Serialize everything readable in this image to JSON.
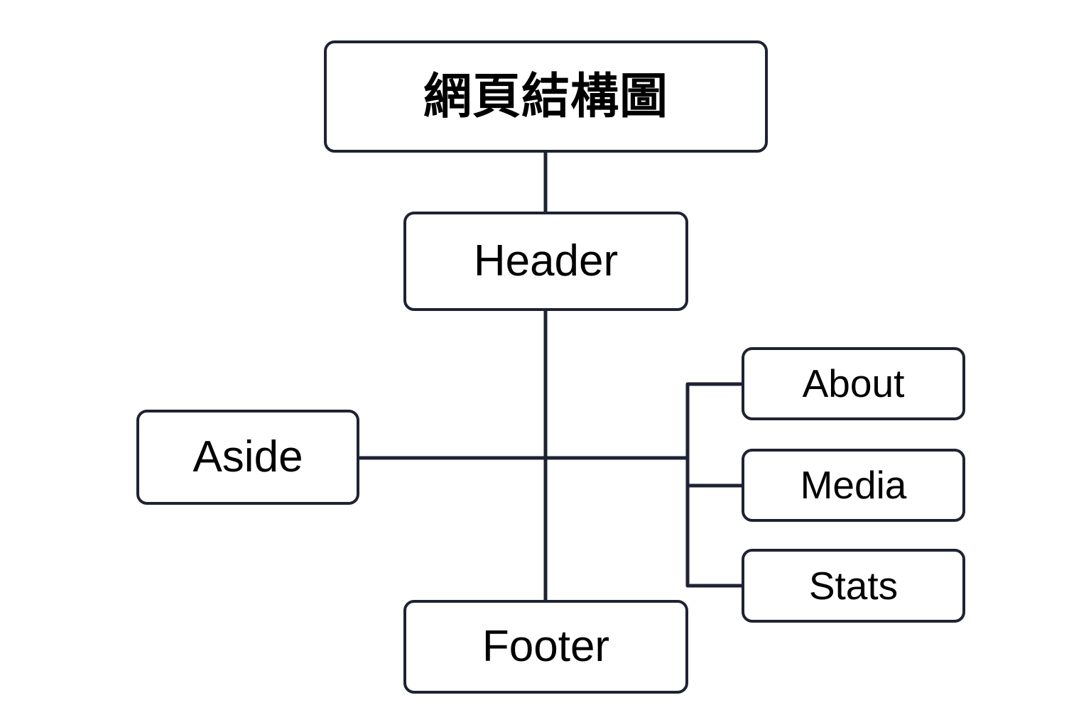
{
  "diagram": {
    "type": "flowchart",
    "title": "網頁結構圖",
    "background_color": "#ffffff",
    "node_border_color": "#1e2233",
    "node_fill_color": "#ffffff",
    "node_text_color": "#000000",
    "edge_color": "#1e2233",
    "nodes": [
      {
        "id": "title",
        "label": "網頁結構圖",
        "shape": "rounded-rect"
      },
      {
        "id": "header",
        "label": "Header",
        "shape": "rounded-rect"
      },
      {
        "id": "aside",
        "label": "Aside",
        "shape": "rounded-rect"
      },
      {
        "id": "footer",
        "label": "Footer",
        "shape": "rounded-rect"
      },
      {
        "id": "about",
        "label": "About",
        "shape": "rounded-rect"
      },
      {
        "id": "media",
        "label": "Media",
        "shape": "rounded-rect"
      },
      {
        "id": "stats",
        "label": "Stats",
        "shape": "rounded-rect"
      }
    ],
    "edges": [
      {
        "from": "title",
        "to": "header",
        "style": "orthogonal"
      },
      {
        "from": "header",
        "to": "footer",
        "style": "orthogonal"
      },
      {
        "from": "aside",
        "to": "about",
        "style": "orthogonal"
      },
      {
        "from": "aside",
        "to": "media",
        "style": "orthogonal"
      },
      {
        "from": "aside",
        "to": "stats",
        "style": "orthogonal"
      }
    ]
  }
}
